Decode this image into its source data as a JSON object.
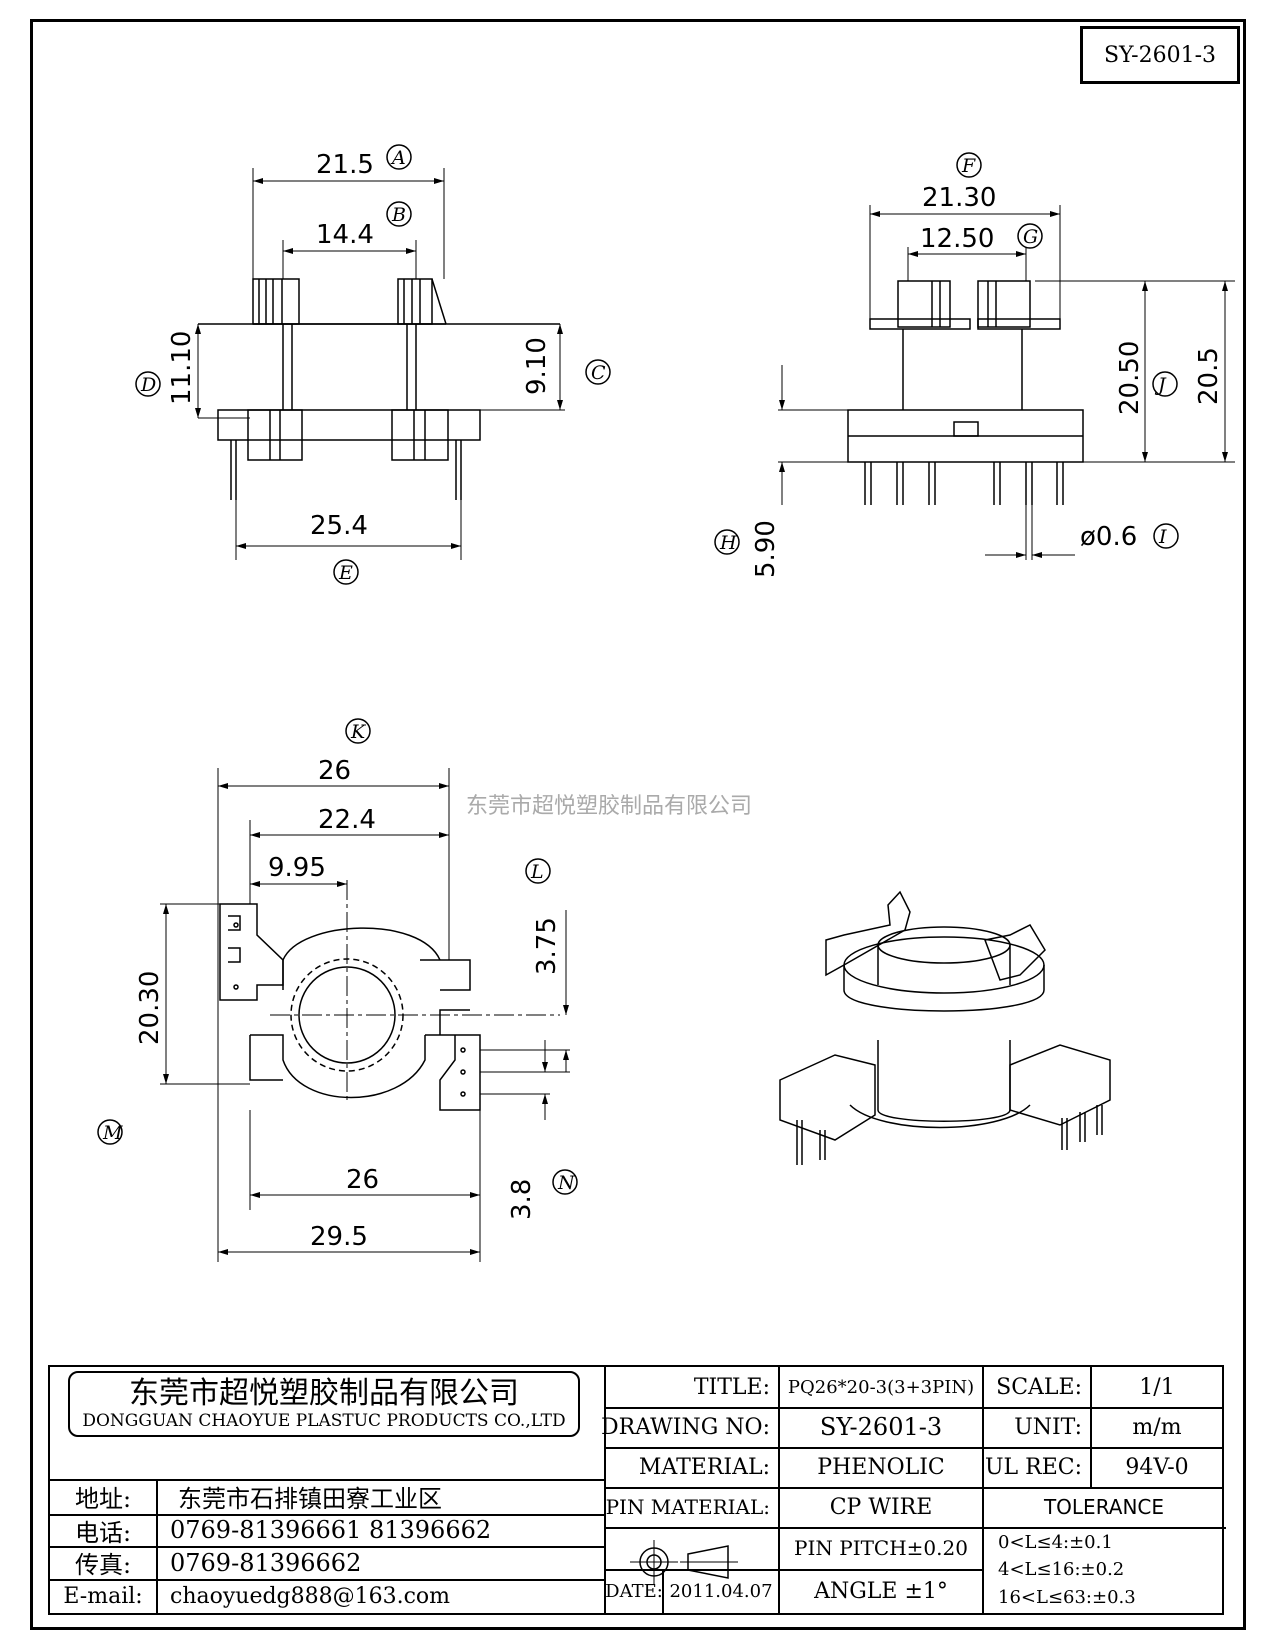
{
  "drawing_number": "SY-2601-3",
  "watermark": "东莞市超悦塑胶制品有限公司",
  "front_view": {
    "dim_a": "21.5",
    "label_a": "A",
    "dim_b": "14.4",
    "label_b": "B",
    "dim_c": "9.10",
    "label_c": "C",
    "dim_d": "11.10",
    "label_d": "D",
    "dim_e": "25.4",
    "label_e": "E"
  },
  "side_view": {
    "dim_f": "21.30",
    "label_f": "F",
    "dim_g": "12.50",
    "label_g": "G",
    "dim_j": "20.50",
    "label_j": "J",
    "dim_j2": "20.5",
    "dim_h": "5.90",
    "label_h": "H",
    "dim_i": "ø0.6",
    "label_i": "I"
  },
  "top_view": {
    "dim_k": "26",
    "label_k": "K",
    "dim_22": "22.4",
    "dim_995": "9.95",
    "dim_l": "3.75",
    "label_l": "L",
    "dim_2030": "20.30",
    "label_m": "M",
    "dim_26b": "26",
    "dim_295": "29.5",
    "dim_n": "3.8",
    "label_n": "N"
  },
  "company": {
    "name_cn": "东莞市超悦塑胶制品有限公司",
    "name_en": "DONGGUAN CHAOYUE PLASTUC PRODUCTS CO.,LTD",
    "address_label": "地址:",
    "address": "东莞市石排镇田寮工业区",
    "phone_label": "电话:",
    "phone": "0769-81396661  81396662",
    "fax_label": "传真:",
    "fax": "0769-81396662",
    "email_label": "E-mail:",
    "email": "chaoyuedg888@163.com"
  },
  "title_block": {
    "title_label": "TITLE:",
    "title": "PQ26*20-3(3+3PIN)",
    "drawing_no_label": "DRAWING NO:",
    "drawing_no": "SY-2601-3",
    "material_label": "MATERIAL:",
    "material": "PHENOLIC",
    "pin_material_label": "PIN MATERIAL:",
    "pin_material": "CP WIRE",
    "pin_pitch": "PIN PITCH±0.20",
    "date_label": "DATE:",
    "date": "2011.04.07",
    "angle": "ANGLE  ±1°",
    "scale_label": "SCALE:",
    "scale": "1/1",
    "unit_label": "UNIT:",
    "unit": "m/m",
    "ul_label": "UL REC:",
    "ul": "94V-0",
    "tolerance_label": "TOLERANCE",
    "tol1": "0<L≤4:±0.1",
    "tol2": "4<L≤16:±0.2",
    "tol3": "16<L≤63:±0.3"
  }
}
